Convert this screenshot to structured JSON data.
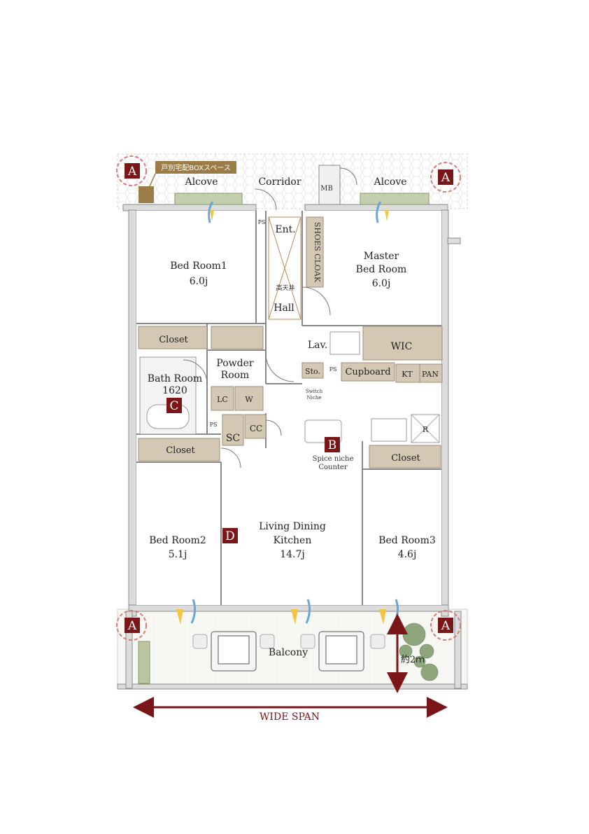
{
  "rooms": {
    "alcove_left": "Alcove",
    "corridor": "Corridor",
    "alcove_right": "Alcove",
    "mb": "MB",
    "box_space": "戸別宅配BOXスペース",
    "ps1": "PS",
    "entrance": "Ent.",
    "shoes_cloak": "SHOES CLOAK",
    "bed1_name": "Bed Room1",
    "bed1_size": "6.0j",
    "master_name1": "Master",
    "master_name2": "Bed Room",
    "master_size": "6.0j",
    "high_ceiling": "高天井",
    "hall": "Hall",
    "closet1": "Closet",
    "lav": "Lav.",
    "wic": "WIC",
    "powder1": "Powder",
    "powder2": "Room",
    "sto": "Sto.",
    "ps2": "PS",
    "cupboard": "Cupboard",
    "kt": "KT",
    "pan": "PAN",
    "bath1": "Bath Room",
    "bath2": "1620",
    "lc": "LC",
    "w": "W",
    "switch1": "Switch",
    "switch2": "Niche",
    "ps3": "PS",
    "sc": "SC",
    "cc": "CC",
    "r": "R",
    "closet2": "Closet",
    "spice1": "Spice niche",
    "spice2": "Counter",
    "closet3": "Closet",
    "ldk1": "Living Dining",
    "ldk2": "Kitchen",
    "ldk_size": "14.7j",
    "bed2_name": "Bed Room2",
    "bed2_size": "5.1j",
    "bed3_name": "Bed Room3",
    "bed3_size": "4.6j",
    "balcony": "Balcony",
    "depth": "約2ｍ",
    "wide_span": "WIDE SPAN"
  },
  "badges": {
    "a": "A",
    "b": "B",
    "c": "C",
    "d": "D"
  },
  "colors": {
    "badge": "#7a1518",
    "arrow": "#7a1518",
    "furniture": "#d4c7b3",
    "box_label_bg": "#9b7b46"
  }
}
